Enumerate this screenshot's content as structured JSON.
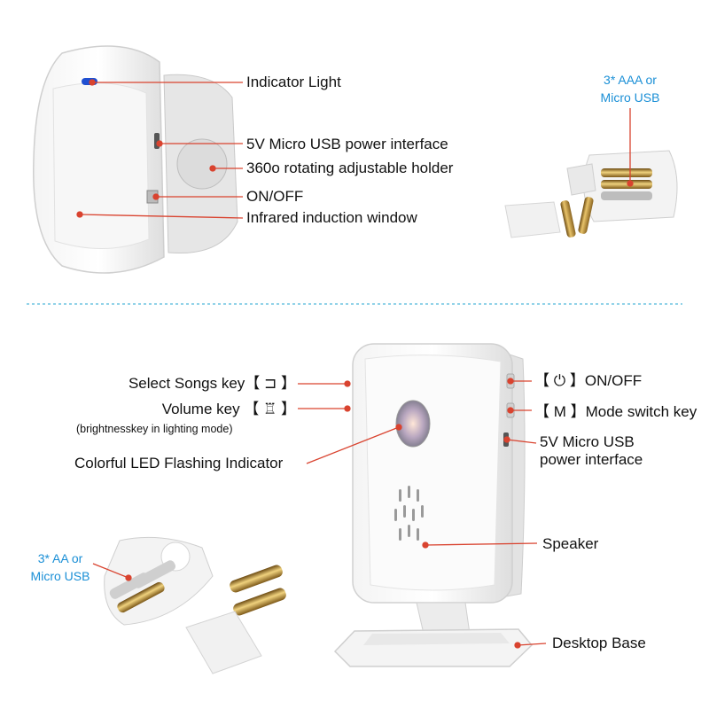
{
  "sensor": {
    "labels": {
      "indicator_light": "Indicator Light",
      "usb_power": "5V Micro USB power interface",
      "rotating_holder": "360o rotating adjustable holder",
      "on_off": "ON/OFF",
      "infrared_window": "Infrared induction window"
    },
    "battery_note_line1": "3* AAA or",
    "battery_note_line2": "Micro USB"
  },
  "receiver": {
    "labels": {
      "select_songs": "Select Songs key【 ⊐ 】",
      "volume_key": "Volume key 【 ♖ 】",
      "volume_note": "(brightnesskey in lighting mode)",
      "led_indicator": "Colorful LED Flashing Indicator",
      "on_off": "【 ⏻ 】ON/OFF",
      "mode_switch": "【 M 】Mode switch key",
      "usb_line1": "5V Micro USB",
      "usb_line2": "power interface",
      "speaker": "Speaker",
      "desktop_base": "Desktop Base"
    },
    "battery_note_line1": "3* AA or",
    "battery_note_line2": "Micro USB"
  },
  "colors": {
    "callout": "#d9432f",
    "note_blue": "#1a8fd6",
    "divider": "#4fb6d9",
    "indicator_blue": "#1f4fd1"
  }
}
